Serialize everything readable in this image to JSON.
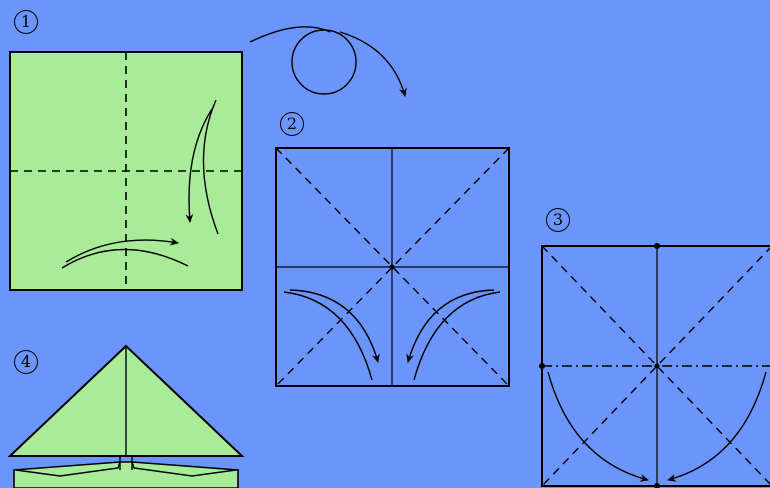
{
  "colors": {
    "background": "#6b95fb",
    "paper_green": "#a8ec9a",
    "paper_white": "#6b95fb",
    "line": "#000000"
  },
  "steps": [
    {
      "number": "1",
      "fold": "cross-creases"
    },
    {
      "number": "2",
      "fold": "diagonal-creases"
    },
    {
      "number": "3",
      "fold": "fold-to-center"
    },
    {
      "number": "4",
      "fold": "triangle-base"
    }
  ]
}
